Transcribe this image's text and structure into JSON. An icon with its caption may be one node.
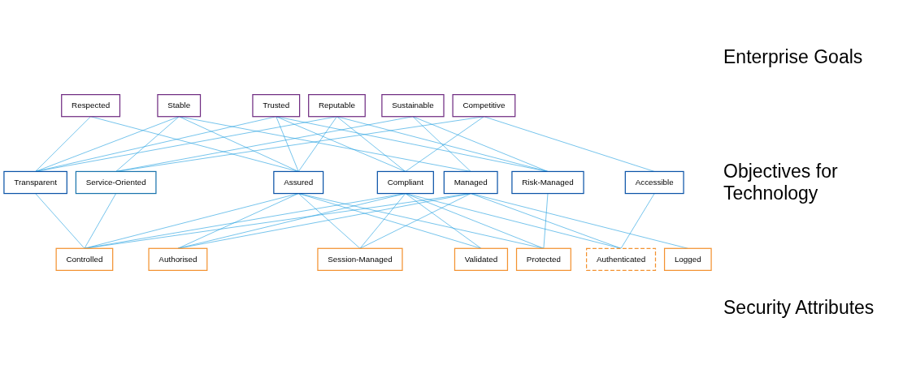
{
  "diagram": {
    "nodes": [
      {
        "text": [
          "Stable"
        ]
      },
      {
        "text": [
          "Respected"
        ]
      },
      {
        "text": [
          "Trusted"
        ]
      },
      {
        "text": [
          "Reputable"
        ]
      },
      {
        "text": [
          "Sustainable"
        ]
      },
      {
        "text": [
          "Competitive"
        ]
      },
      {
        "text": [
          "Accessible"
        ]
      },
      {
        "text": [
          "Transparent"
        ]
      },
      {
        "text": [
          "Service-Oriented"
        ]
      },
      {
        "text": [
          "Assured"
        ]
      },
      {
        "text": [
          "Risk-Managed"
        ]
      },
      {
        "text": [
          "Compliant"
        ]
      },
      {
        "text": [
          "Managed"
        ]
      },
      {
        "text": [
          "Authenticated"
        ]
      },
      {
        "text": [
          "Authorised"
        ]
      },
      {
        "text": [
          "Session-Managed"
        ]
      },
      {
        "text": [
          "Validated"
        ]
      },
      {
        "text": [
          "Controlled"
        ]
      },
      {
        "text": [
          "Logged"
        ]
      },
      {
        "text": [
          "Protected"
        ]
      }
    ],
    "edges": [
      {
        "from": 0,
        "to": 7,
        "arrow": "none"
      },
      {
        "from": 0,
        "to": 8,
        "arrow": "none"
      },
      {
        "from": 0,
        "to": 9,
        "arrow": "none"
      },
      {
        "from": 0,
        "to": 12,
        "arrow": "none"
      },
      {
        "from": 1,
        "to": 7,
        "arrow": "none"
      },
      {
        "from": 1,
        "to": 9,
        "arrow": "none"
      },
      {
        "from": 2,
        "to": 7,
        "arrow": "none"
      },
      {
        "from": 2,
        "to": 9,
        "arrow": "none"
      },
      {
        "from": 2,
        "to": 10,
        "arrow": "none"
      },
      {
        "from": 2,
        "to": 11,
        "arrow": "none"
      },
      {
        "from": 3,
        "to": 7,
        "arrow": "none"
      },
      {
        "from": 3,
        "to": 9,
        "arrow": "none"
      },
      {
        "from": 3,
        "to": 10,
        "arrow": "none"
      },
      {
        "from": 3,
        "to": 11,
        "arrow": "none"
      },
      {
        "from": 4,
        "to": 8,
        "arrow": "none"
      },
      {
        "from": 4,
        "to": 10,
        "arrow": "none"
      },
      {
        "from": 4,
        "to": 12,
        "arrow": "none"
      },
      {
        "from": 5,
        "to": 6,
        "arrow": "none"
      },
      {
        "from": 5,
        "to": 8,
        "arrow": "none"
      },
      {
        "from": 5,
        "to": 11,
        "arrow": "none"
      },
      {
        "from": 6,
        "to": 13,
        "arrow": "none"
      },
      {
        "from": 7,
        "to": 17,
        "arrow": "none"
      },
      {
        "from": 8,
        "to": 17,
        "arrow": "none"
      },
      {
        "from": 9,
        "to": 14,
        "arrow": "none"
      },
      {
        "from": 9,
        "to": 15,
        "arrow": "none"
      },
      {
        "from": 9,
        "to": 16,
        "arrow": "none"
      },
      {
        "from": 9,
        "to": 17,
        "arrow": "none"
      },
      {
        "from": 9,
        "to": 19,
        "arrow": "none"
      },
      {
        "from": 10,
        "to": 19,
        "arrow": "none"
      },
      {
        "from": 11,
        "to": 13,
        "arrow": "none"
      },
      {
        "from": 11,
        "to": 14,
        "arrow": "none"
      },
      {
        "from": 11,
        "to": 15,
        "arrow": "none"
      },
      {
        "from": 11,
        "to": 16,
        "arrow": "none"
      },
      {
        "from": 11,
        "to": 17,
        "arrow": "none"
      },
      {
        "from": 11,
        "to": 19,
        "arrow": "none"
      },
      {
        "from": 12,
        "to": 13,
        "arrow": "none"
      },
      {
        "from": 12,
        "to": 14,
        "arrow": "none"
      },
      {
        "from": 12,
        "to": 15,
        "arrow": "none"
      },
      {
        "from": 12,
        "to": 17,
        "arrow": "none"
      },
      {
        "from": 12,
        "to": 18,
        "arrow": "none"
      }
    ],
    "labels": [
      "Enterprise Goals",
      "Objectives for Technology",
      "Security Attributes"
    ]
  }
}
